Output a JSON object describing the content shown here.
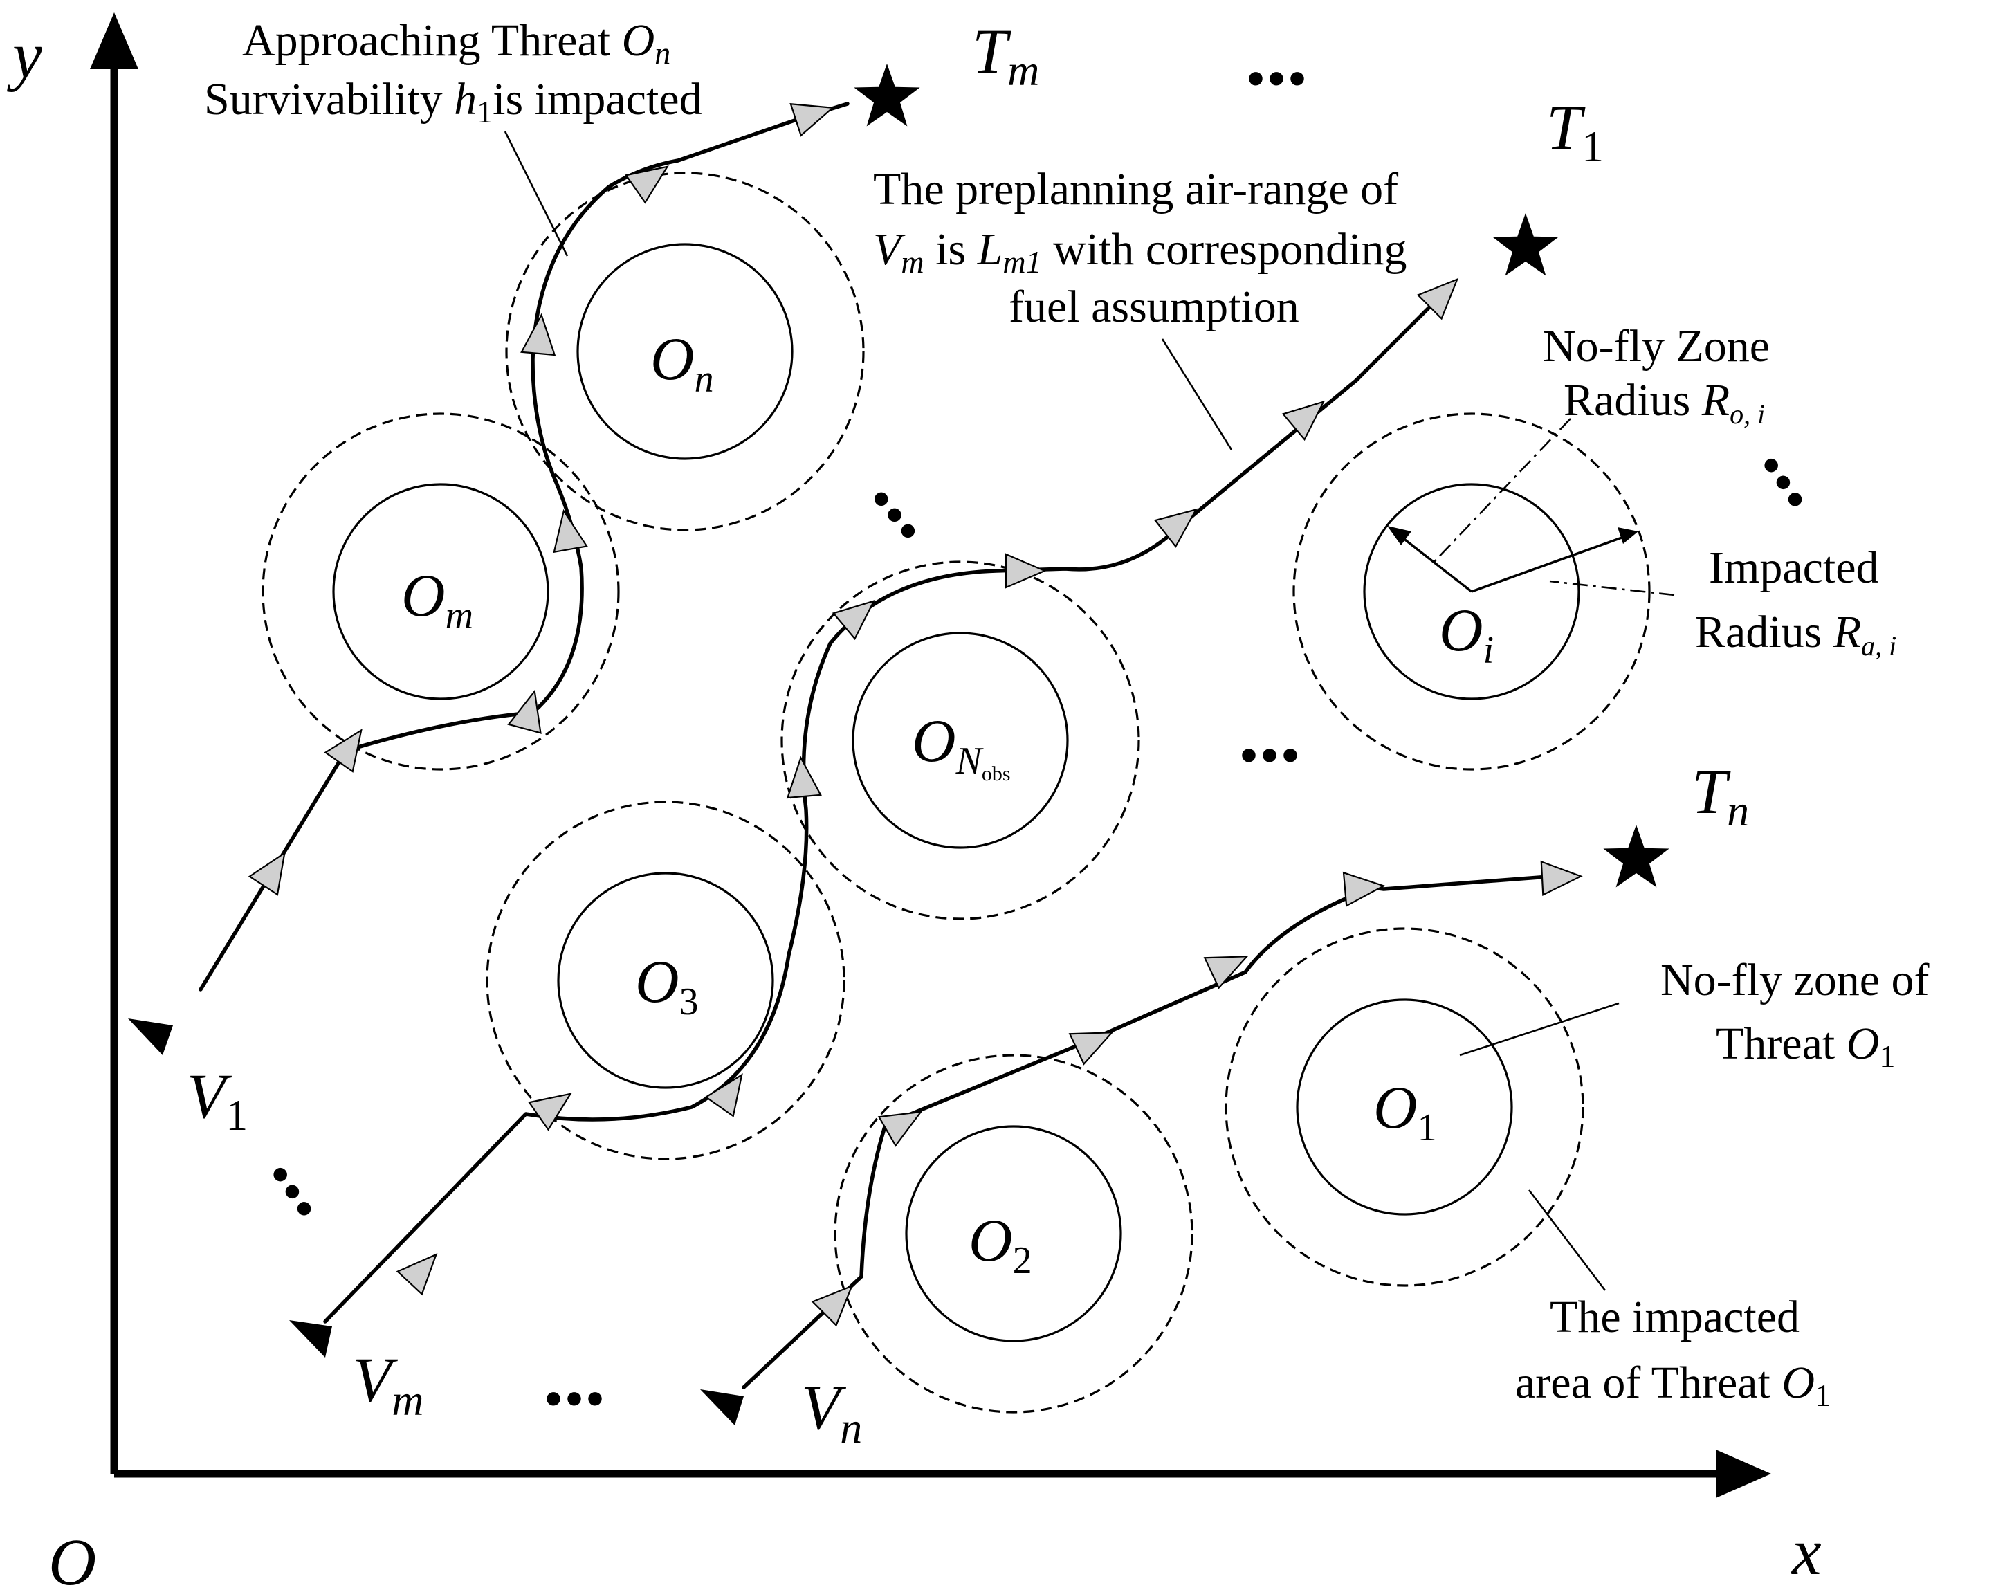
{
  "axes": {
    "x_label": "x",
    "y_label": "y",
    "origin_label": "O"
  },
  "labels": {
    "approaching_threat_line1": "Approaching Threat",
    "approaching_threat_sym": "O",
    "approaching_threat_sub": "n",
    "survivability_line2_a": "Survivability",
    "survivability_sym": "h",
    "survivability_sub": "1",
    "survivability_line2_b": "is impacted",
    "preplan_line1": "The preplanning air-range of",
    "preplan_v": "V",
    "preplan_v_sub": "m",
    "preplan_is": "is",
    "preplan_l": "L",
    "preplan_l_sub": "m1",
    "preplan_tail": "with corresponding",
    "preplan_line3": "fuel assumption",
    "nofly_zone_line1": "No-fly Zone",
    "nofly_radius_word": "Radius",
    "nofly_radius_sym": "R",
    "nofly_radius_sub": "o, i",
    "impacted_line1": "Impacted",
    "impacted_radius_word": "Radius",
    "impacted_radius_sym": "R",
    "impacted_radius_sub": "a, i",
    "nofly_of_threat_line1": "No-fly zone of",
    "nofly_of_threat_word": "Threat",
    "nofly_of_threat_sym": "O",
    "nofly_of_threat_sub": "1",
    "impacted_area_line1": "The impacted",
    "impacted_area_word": "area of Threat",
    "impacted_area_sym": "O",
    "impacted_area_sub": "1"
  },
  "targets": [
    {
      "sym": "T",
      "sub": "m"
    },
    {
      "sym": "T",
      "sub": "1"
    },
    {
      "sym": "T",
      "sub": "n"
    }
  ],
  "vehicles": [
    {
      "sym": "V",
      "sub": "1"
    },
    {
      "sym": "V",
      "sub": "m"
    },
    {
      "sym": "V",
      "sub": "n"
    }
  ],
  "threats": [
    {
      "sym": "O",
      "sub": "n"
    },
    {
      "sym": "O",
      "sub": "m"
    },
    {
      "sym": "O",
      "sub": "N"
    },
    {
      "sym": "O",
      "sub": "i"
    },
    {
      "sym": "O",
      "sub": "3"
    },
    {
      "sym": "O",
      "sub": "2"
    },
    {
      "sym": "O",
      "sub": "1"
    }
  ],
  "threat_nobs_subsub": "obs",
  "ellipsis": "..."
}
